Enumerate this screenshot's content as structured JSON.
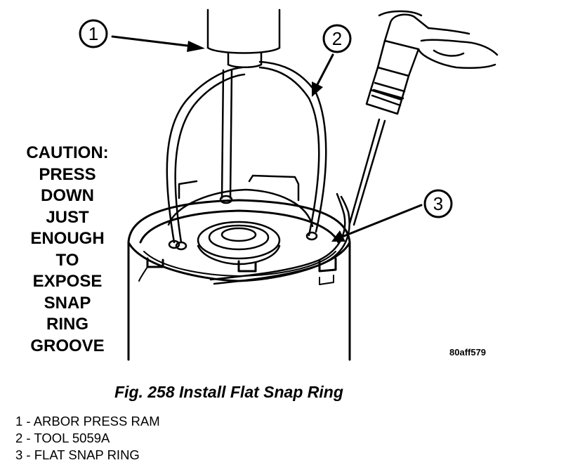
{
  "callouts": {
    "c1": "1",
    "c2": "2",
    "c3": "3"
  },
  "caution": {
    "lines": [
      "CAUTION:",
      "PRESS",
      "DOWN",
      "JUST",
      "ENOUGH",
      "TO",
      "EXPOSE",
      "SNAP",
      "RING",
      "GROOVE"
    ]
  },
  "figure_id": "80aff579",
  "figure_title": "Fig. 258 Install Flat Snap Ring",
  "legend": {
    "items": [
      "1 - ARBOR PRESS RAM",
      "2 - TOOL 5059A",
      "3 - FLAT SNAP RING"
    ]
  }
}
